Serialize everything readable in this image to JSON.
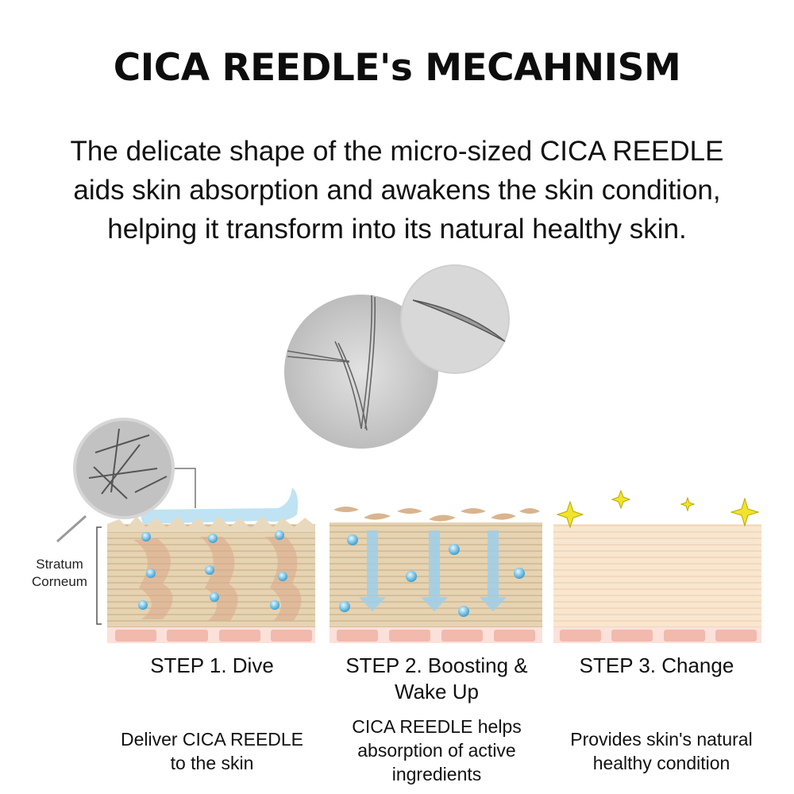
{
  "title": "CICA REEDLE's MECAHNISM",
  "intro_lines": [
    "The delicate shape of the micro-sized CICA REEDLE",
    "aids skin absorption and awakens the skin condition,",
    "helping it transform into its natural healthy skin."
  ],
  "stratum_label": [
    "Stratum",
    "Corneum"
  ],
  "steps": [
    {
      "title": [
        "STEP 1. Dive",
        ""
      ],
      "desc": [
        "Deliver CICA REEDLE",
        "to the skin",
        ""
      ]
    },
    {
      "title": [
        "STEP 2. Boosting &",
        "Wake Up"
      ],
      "desc": [
        "CICA REEDLE helps",
        "absorption of active",
        "ingredients"
      ]
    },
    {
      "title": [
        "STEP 3. Change",
        ""
      ],
      "desc": [
        "Provides skin's natural",
        "healthy condition",
        ""
      ]
    }
  ],
  "colors": {
    "skin_layer": "#e3cfae",
    "skin_stripe": "#cdb893",
    "base_cells": "#f4c6bd",
    "step3_layer": "#f8e3cc",
    "droplet": "#7fc4e6",
    "arrow": "#9ecfea",
    "sparkle": "#f1e42a",
    "micro_circle": "#c9c9c9"
  }
}
